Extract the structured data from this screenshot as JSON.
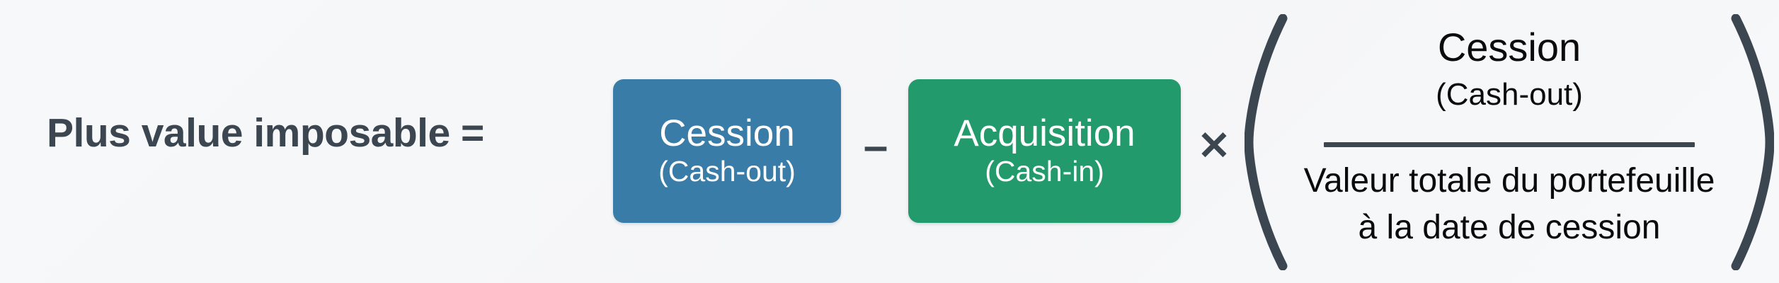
{
  "figure": {
    "kind": "formula-diagram",
    "language": "fr",
    "background_color": "#f6f7f9"
  },
  "equation": {
    "lhs_label": "Plus value imposable =",
    "lhs_color": "#3c4651"
  },
  "terms": [
    {
      "id": "cession",
      "main": "Cession",
      "sub": "(Cash-out)",
      "background_color": "#3a7ca8",
      "text_color": "#ffffff"
    },
    {
      "id": "acquisition",
      "main": "Acquisition",
      "sub": "(Cash-in)",
      "background_color": "#229a6b",
      "text_color": "#ffffff"
    }
  ],
  "operators": {
    "minus": "–",
    "times": "✕",
    "operator_color": "#3c4651"
  },
  "fraction": {
    "open_paren": "(",
    "close_paren": ")",
    "numerator": {
      "main": "Cession",
      "sub": "(Cash-out)"
    },
    "denominator": {
      "line1": "Valeur totale du portefeuille",
      "line2": "à la date de cession"
    },
    "bar_color": "#3c4651",
    "text_color": "#0b0b0c"
  }
}
